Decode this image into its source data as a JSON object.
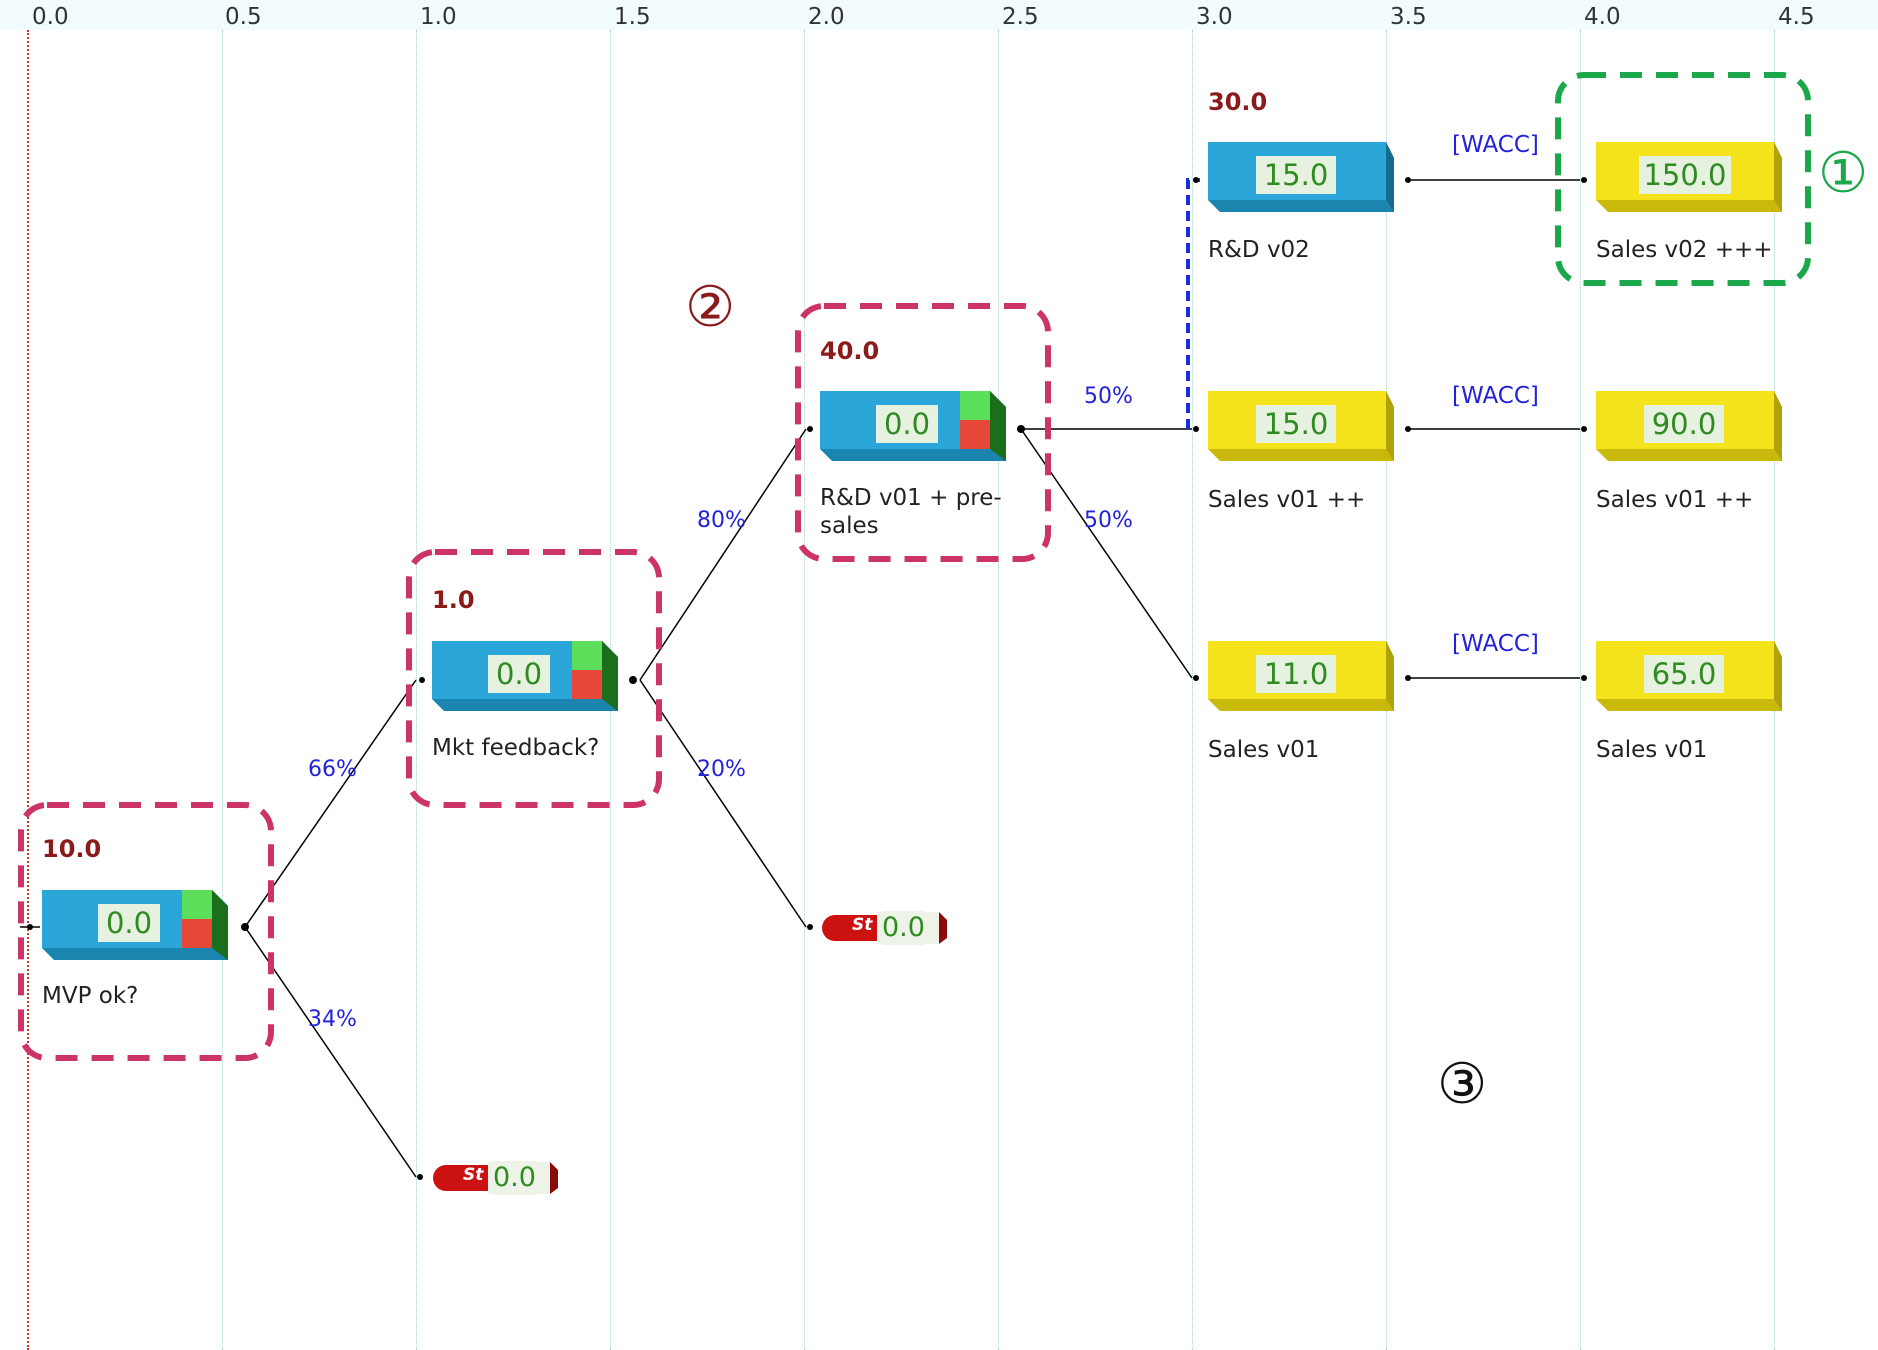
{
  "ruler": {
    "ticks": [
      "0.0",
      "0.5",
      "1.0",
      "1.5",
      "2.0",
      "2.5",
      "3.0",
      "3.5",
      "4.0",
      "4.5"
    ]
  },
  "decisions": [
    {
      "cost": "10.0",
      "value": "0.0",
      "label": "MVP ok?"
    },
    {
      "cost": "1.0",
      "value": "0.0",
      "label": "Mkt feedback?"
    },
    {
      "cost": "40.0",
      "value": "0.0",
      "label_line1": "R&D v01 + pre-",
      "label_line2": "sales"
    }
  ],
  "rd_v02": {
    "cost": "30.0",
    "value": "15.0",
    "label": "R&D v02"
  },
  "sales_nodes": [
    {
      "value": "150.0",
      "label": "Sales v02 +++"
    },
    {
      "value": "15.0",
      "label": "Sales v01 ++"
    },
    {
      "value": "90.0",
      "label": "Sales v01 ++"
    },
    {
      "value": "11.0",
      "label": "Sales v01"
    },
    {
      "value": "65.0",
      "label": "Sales v01"
    }
  ],
  "stops": [
    {
      "icon_text": "St",
      "value": "0.0"
    },
    {
      "icon_text": "St",
      "value": "0.0"
    }
  ],
  "probabilities": {
    "p66": "66%",
    "p34": "34%",
    "p80": "80%",
    "p20": "20%",
    "p50a": "50%",
    "p50b": "50%"
  },
  "wacc_labels": [
    "[WACC]",
    "[WACC]",
    "[WACC]"
  ],
  "markers": {
    "one": "①",
    "two": "②",
    "three": "③"
  },
  "colors": {
    "decision_blue": "#2aa6d8",
    "sales_yellow": "#f4e21a",
    "value_green": "#2e8b20",
    "cost_red": "#8b1a1a",
    "prob_blue": "#2222dd",
    "highlight_pink": "#cc3366",
    "highlight_green": "#1aa84a",
    "stop_red": "#cc1111"
  }
}
